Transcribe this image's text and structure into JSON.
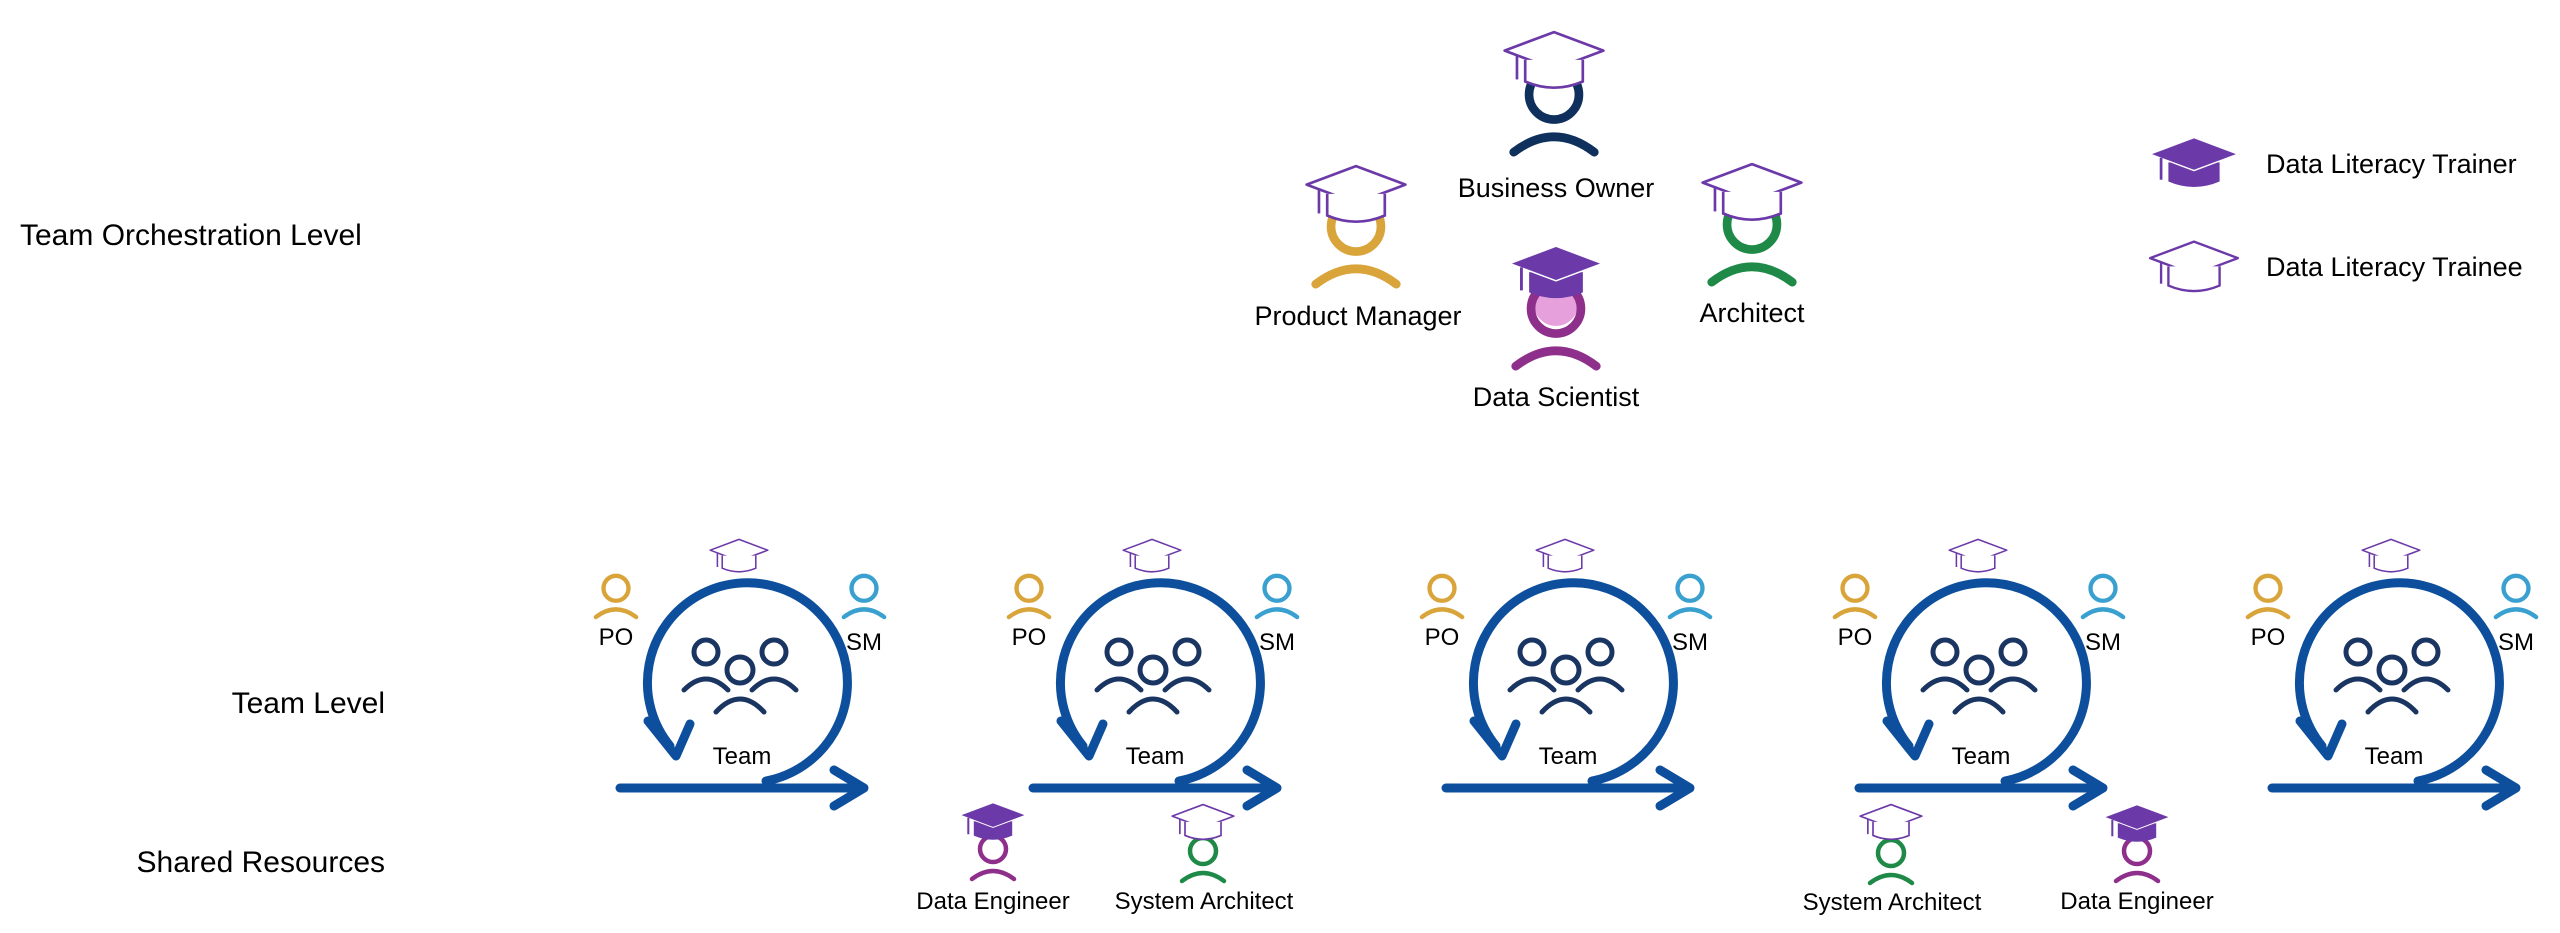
{
  "levels": {
    "orchestration": "Team  Orchestration Level",
    "team": "Team Level",
    "shared": "Shared Resources"
  },
  "legend": {
    "trainer": "Data Literacy Trainer",
    "trainee": "Data Literacy Trainee"
  },
  "orchestration_roles": {
    "business_owner": "Business Owner",
    "product_manager": "Product Manager",
    "architect": "Architect",
    "data_scientist": "Data Scientist"
  },
  "team_roles": {
    "po": "PO",
    "sm": "SM",
    "team": "Team"
  },
  "shared_resources": {
    "data_engineer": "Data Engineer",
    "system_architect": "System Architect"
  },
  "colors": {
    "cap_purple": "#6c3aa8",
    "team_blue": "#0d4f9c",
    "business_owner_navy": "#0f2f5c",
    "product_manager_gold": "#d9a43a",
    "architect_green": "#1f8a47",
    "data_scientist_magenta": "#8e2f8c",
    "data_scientist_fill": "#e6a0dc",
    "sm_teal": "#3aa0cf",
    "team_icon_navy": "#1a3561"
  }
}
